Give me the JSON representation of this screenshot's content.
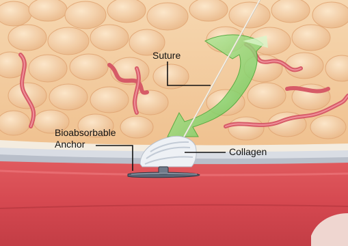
{
  "labels": {
    "suture": "Suture",
    "anchor_line1": "Bioabsorbable",
    "anchor_line2": "Anchor",
    "collagen": "Collagen"
  },
  "colors": {
    "fat_tissue": "#f2c99c",
    "fat_highlight": "#fbe3c4",
    "vessel": "#d9606a",
    "vessel_wall": "#c9cdd6",
    "lumen": "#d94a4f",
    "lumen_dark": "#b8353c",
    "arrow": "#7fd36a",
    "collagen": "#e9edf2",
    "anchor": "#5b6675"
  }
}
